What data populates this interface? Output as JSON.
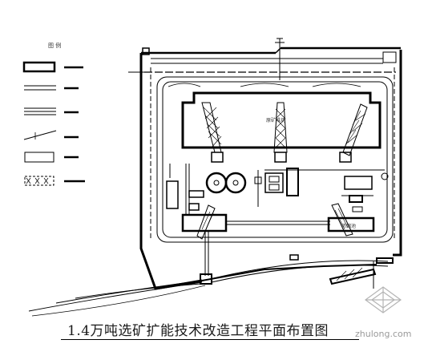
{
  "title": "1.4万吨选矿扩能技术改造工程平面布置图",
  "watermark": "zhulong.com",
  "legend": {
    "heading": "图 例",
    "items": [
      {
        "symbol": "thick-rect"
      },
      {
        "symbol": "double-line"
      },
      {
        "symbol": "triple-line"
      },
      {
        "symbol": "slanted-line"
      },
      {
        "symbol": "thin-rect"
      },
      {
        "symbol": "hatched-rect"
      }
    ]
  },
  "labels": {
    "main_building": "原矿堆场",
    "right_building": "浓缩池"
  }
}
